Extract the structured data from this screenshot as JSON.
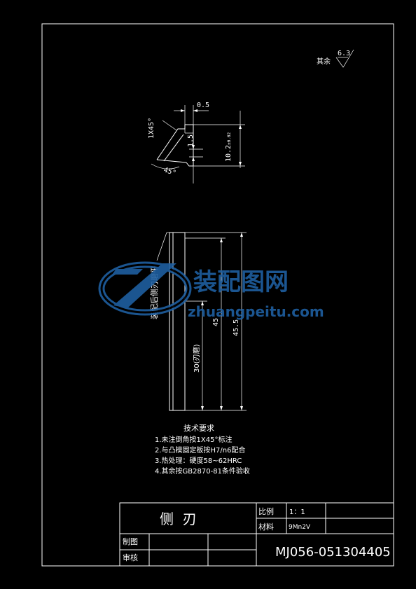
{
  "roughness": {
    "label": "其余",
    "value": "6.3"
  },
  "detail_view": {
    "chamfer": "1X45°",
    "width": "0.5",
    "step": "1.5",
    "height": "10.2",
    "height_tol": "±0.02",
    "angle": "45°"
  },
  "front_view": {
    "note": "装配后侧刃磨平",
    "dim_inner": "30(刃磨)",
    "dim_mid": "45",
    "dim_outer": "45.5"
  },
  "watermark": {
    "cn": "装配图网",
    "url": "zhuangpeitu.com"
  },
  "requirements": {
    "title": "技术要求",
    "items": [
      "1.未注倒角按1X45°标注",
      "2.与凸模固定板按H7/n6配合",
      "3.热处理：硬度58~62HRC",
      "4.其余按GB2870-81条件验收"
    ]
  },
  "title_block": {
    "part_name": "侧  刃",
    "scale_label": "比例",
    "scale_value": "1：1",
    "material_label": "材料",
    "material_value": "9Mn2V",
    "drawn_label": "制图",
    "checked_label": "审核",
    "drawing_no": "MJ056-051304405"
  },
  "colors": {
    "background": "#000000",
    "line": "#ffffff",
    "watermark": "#1f5fa0"
  }
}
